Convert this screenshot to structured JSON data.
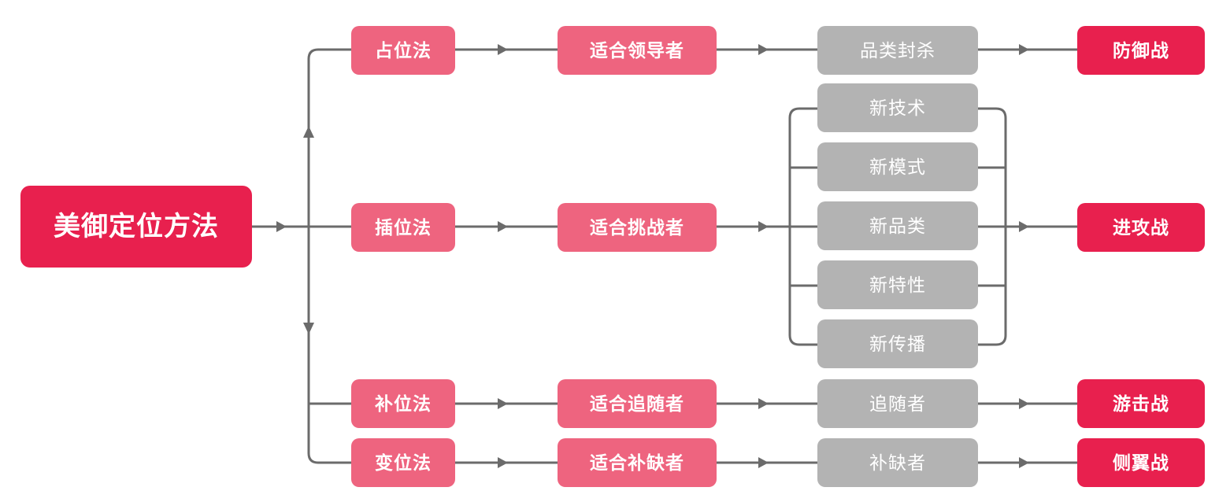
{
  "diagram": {
    "title_node": {
      "label": "美御定位方法"
    },
    "colors": {
      "crimson": "#E8204E",
      "pink": "#EE647F",
      "gray": "#B3B3B3",
      "line": "#6B6B6B",
      "background": "#FFFFFF",
      "text": "#FFFFFF"
    },
    "columns": {
      "methods": [
        {
          "label": "占位法"
        },
        {
          "label": "插位法"
        },
        {
          "label": "补位法"
        },
        {
          "label": "变位法"
        }
      ],
      "fit_roles": [
        {
          "label": "适合领导者"
        },
        {
          "label": "适合挑战者"
        },
        {
          "label": "适合追随者"
        },
        {
          "label": "适合补缺者"
        }
      ],
      "tactics": [
        {
          "label": "品类封杀"
        },
        {
          "label": "新技术"
        },
        {
          "label": "新模式"
        },
        {
          "label": "新品类"
        },
        {
          "label": "新特性"
        },
        {
          "label": "新传播"
        },
        {
          "label": "追随者"
        },
        {
          "label": "补缺者"
        }
      ],
      "wars": [
        {
          "label": "防御战"
        },
        {
          "label": "进攻战"
        },
        {
          "label": "游击战"
        },
        {
          "label": "侧翼战"
        }
      ]
    },
    "connectors": {
      "arrow_icon": "triangle-right-arrow",
      "up_arrow_icon": "triangle-up-arrow",
      "down_arrow_icon": "triangle-down-arrow",
      "brace_icon": "curly-brace-connector"
    }
  }
}
